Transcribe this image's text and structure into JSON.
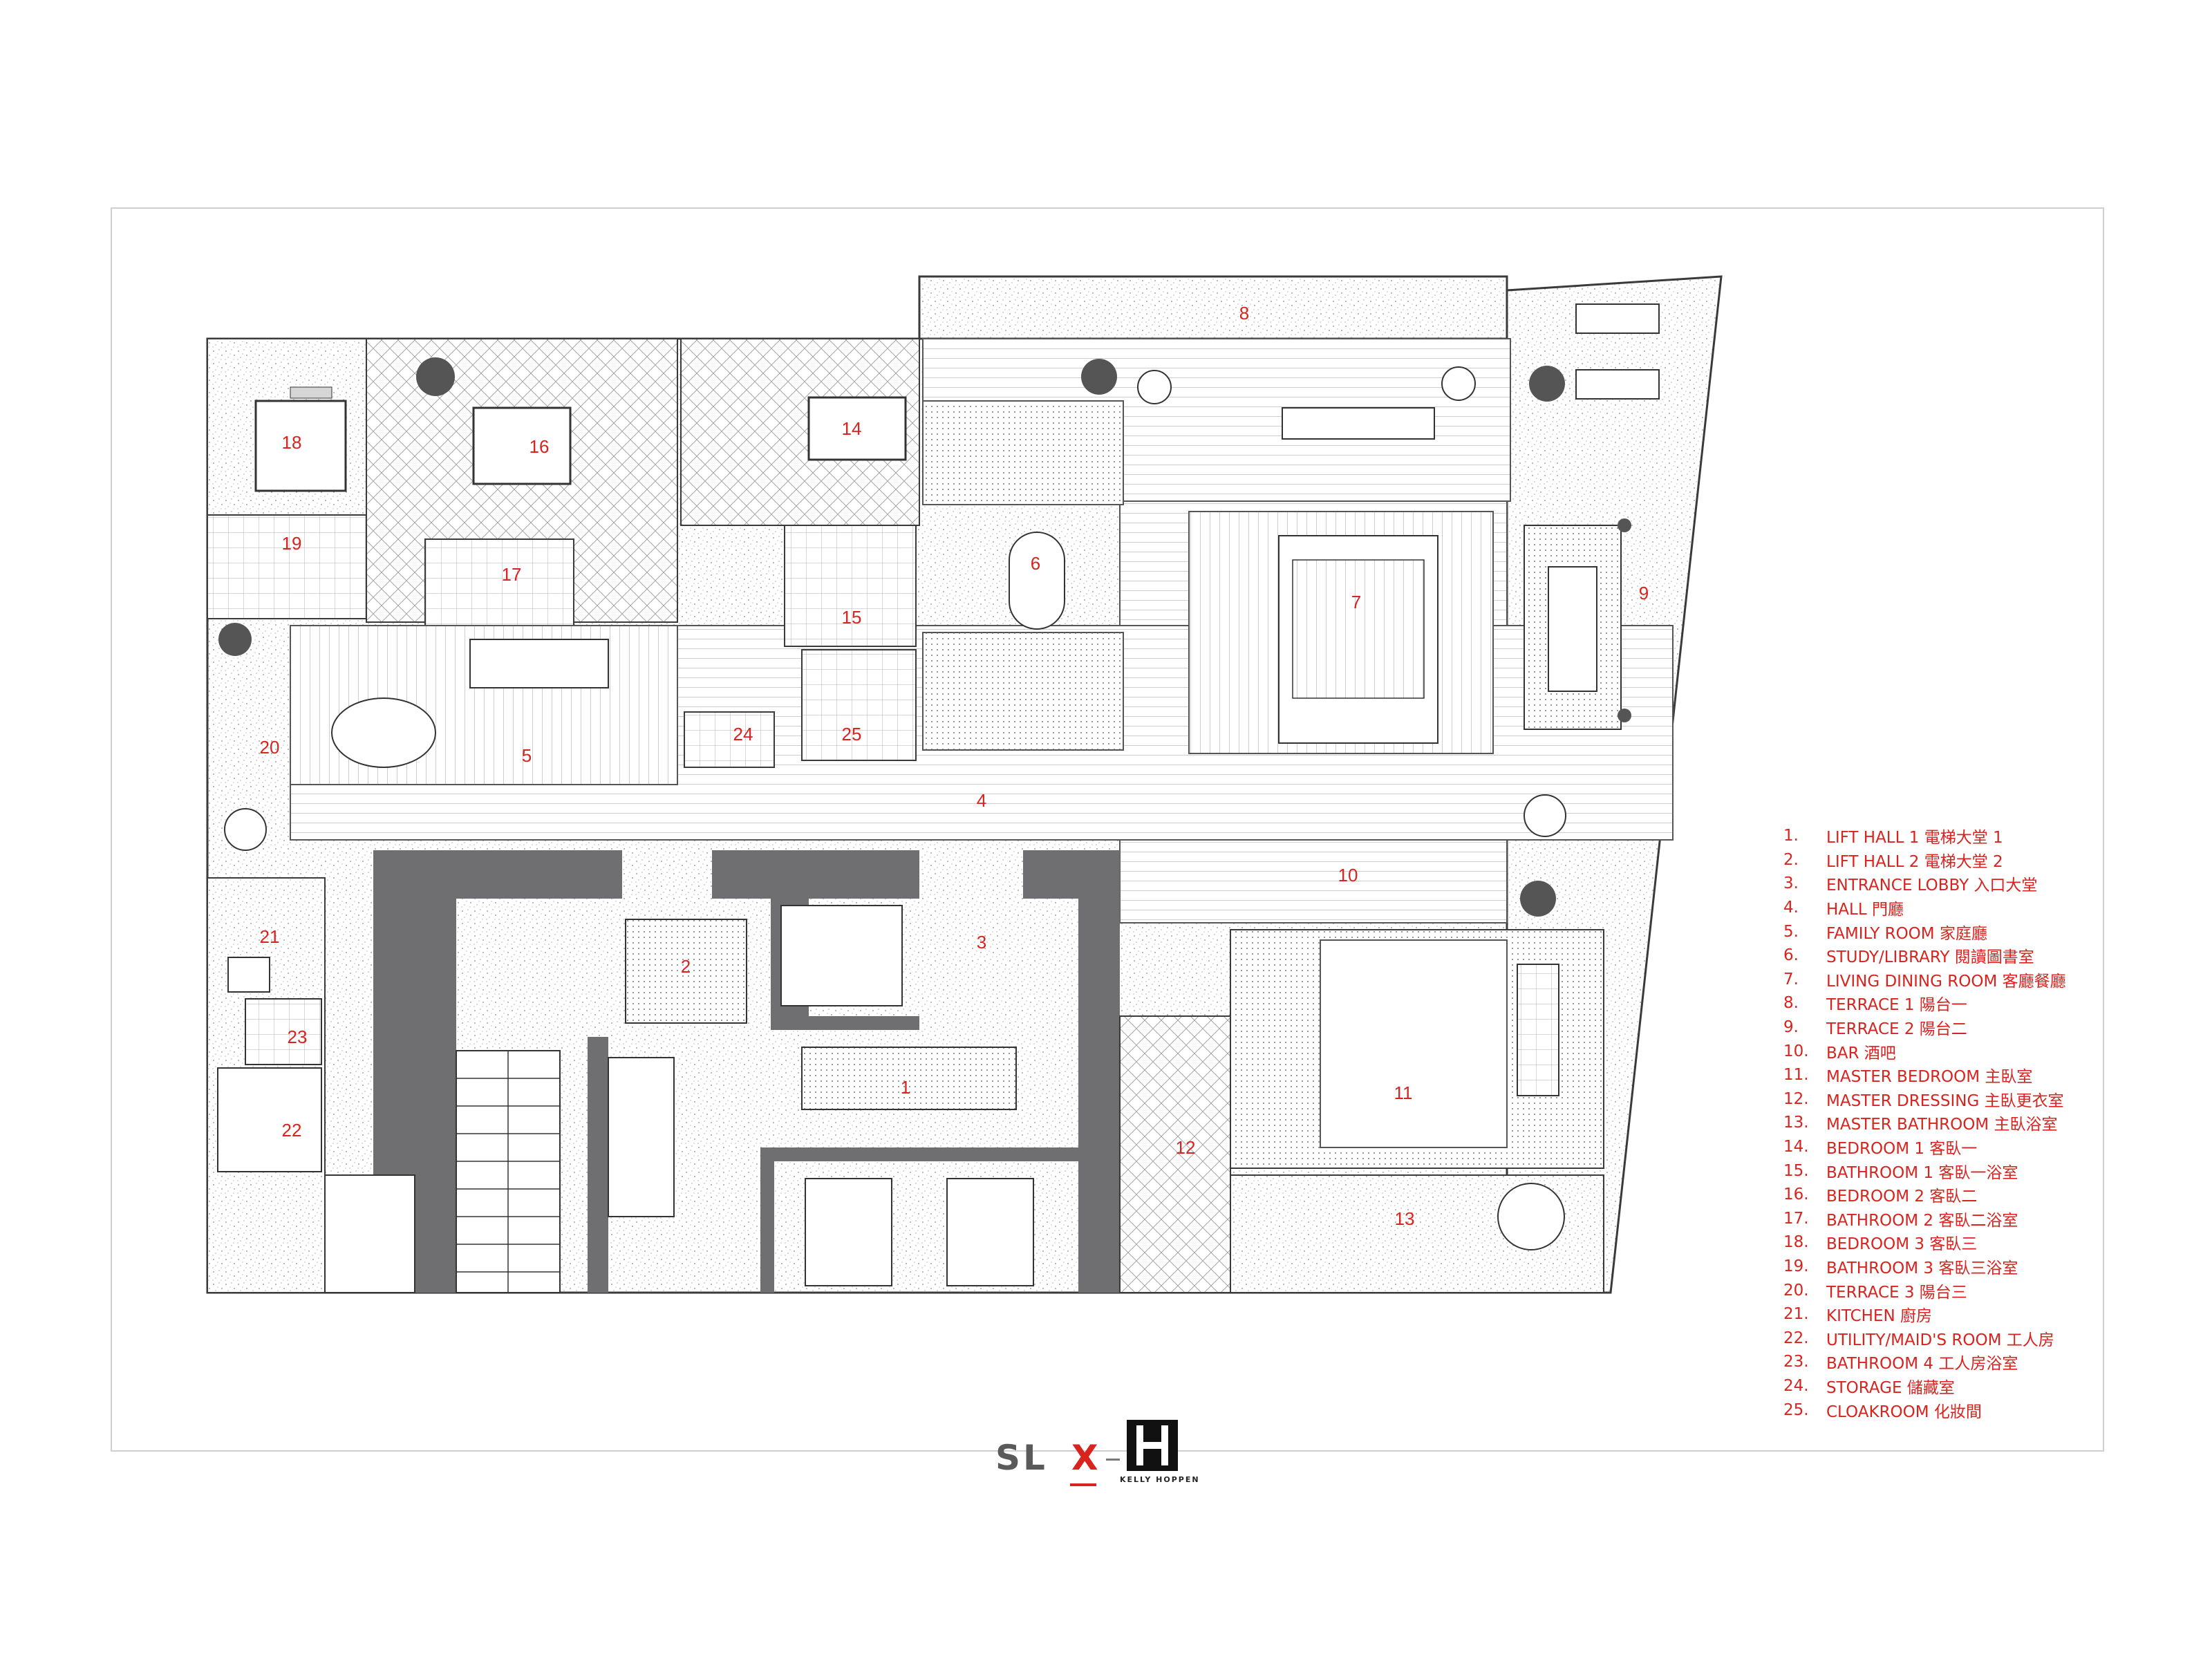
{
  "rooms": [
    {
      "num": "1",
      "label": "LIFT HALL 1 電梯大堂  1"
    },
    {
      "num": "2",
      "label": "LIFT HALL 2 電梯大堂  2"
    },
    {
      "num": "3",
      "label": "ENTRANCE LOBBY 入口大堂"
    },
    {
      "num": "4",
      "label": "HALL 門廳"
    },
    {
      "num": "5",
      "label": "FAMILY ROOM 家庭廳"
    },
    {
      "num": "6",
      "label": "STUDY/LIBRARY 閱讀圖書室"
    },
    {
      "num": "7",
      "label": "LIVING  DINING ROOM 客廳餐廳"
    },
    {
      "num": "8",
      "label": "TERRACE 1 陽台一"
    },
    {
      "num": "9",
      "label": "TERRACE 2 陽台二"
    },
    {
      "num": "10",
      "label": "BAR 酒吧"
    },
    {
      "num": "11",
      "label": "MASTER BEDROOM 主臥室"
    },
    {
      "num": "12",
      "label": "MASTER DRESSING 主臥更衣室"
    },
    {
      "num": "13",
      "label": "MASTER BATHROOM 主臥浴室"
    },
    {
      "num": "14",
      "label": "BEDROOM 1 客臥一"
    },
    {
      "num": "15",
      "label": "BATHROOM 1 客臥一浴室"
    },
    {
      "num": "16",
      "label": "BEDROOM 2 客臥二"
    },
    {
      "num": "17",
      "label": "BATHROOM 2 客臥二浴室"
    },
    {
      "num": "18",
      "label": "BEDROOM 3 客臥三"
    },
    {
      "num": "19",
      "label": "BATHROOM 3 客臥三浴室"
    },
    {
      "num": "20",
      "label": "TERRACE 3 陽台三"
    },
    {
      "num": "21",
      "label": "KITCHEN 廚房"
    },
    {
      "num": "22",
      "label": "UTILITY/MAID'S ROOM 工人房"
    },
    {
      "num": "23",
      "label": "BATHROOM 4 工人房浴室"
    },
    {
      "num": "24",
      "label": "STORAGE 儲藏室"
    },
    {
      "num": "25",
      "label": "CLOAKROOM 化妝間"
    }
  ],
  "plan_tags": {
    "r1": "1",
    "r2": "2",
    "r3": "3",
    "r4": "4",
    "r5": "5",
    "r6": "6",
    "r7": "7",
    "r8": "8",
    "r9": "9",
    "r10": "10",
    "r11": "11",
    "r12": "12",
    "r13": "13",
    "r14": "14",
    "r15": "15",
    "r16": "16",
    "r17": "17",
    "r18": "18",
    "r19": "19",
    "r20": "20",
    "r21": "21",
    "r22": "22",
    "r23": "23",
    "r24": "24",
    "r25": "25"
  },
  "logo": {
    "sl": "SL",
    "x": "X",
    "brand": "KELLY HOPPEN"
  },
  "colors": {
    "room_number": "#d9231e",
    "wall": "#6f6f72",
    "line": "#3a3a3a",
    "hatch": "#9a9a9a"
  }
}
